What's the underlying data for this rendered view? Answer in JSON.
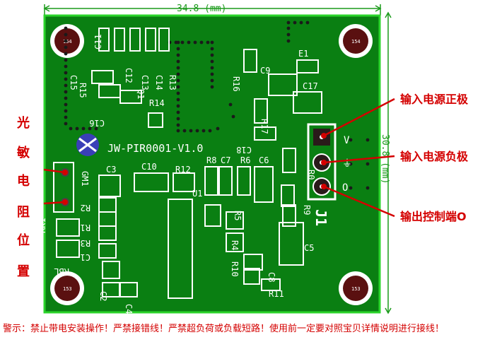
{
  "dimensions": {
    "width_label": "34.8 (mm)",
    "height_label": "30.8 (mm)"
  },
  "board": {
    "title": "JW-PIR0001-V1.0",
    "connector": "J1",
    "pin_symbols": [
      "V",
      "⏚",
      "O"
    ],
    "hole_label": "154",
    "hole_label_bottom": "153",
    "labels": [
      "C11",
      "C12",
      "C13",
      "C14",
      "R13",
      "C15",
      "R15",
      "Q1",
      "R14",
      "C16",
      "R16",
      "C9",
      "E1",
      "C17",
      "R17",
      "C18",
      "R8",
      "C7",
      "R6",
      "C6",
      "R0",
      "R9",
      "C3",
      "C10",
      "R12",
      "U1",
      "GM1",
      "RK1",
      "RBL",
      "R2",
      "R1",
      "C1",
      "C2",
      "C4",
      "R4",
      "R5",
      "R10",
      "C5",
      "C8",
      "R11",
      "R3"
    ]
  },
  "annotations": {
    "photoresistor": "光敏电阻位置",
    "input_positive": "输入电源正极",
    "input_negative": "输入电源负极",
    "output": "输出控制端O"
  },
  "warning": "警示：禁止带电安装操作！严禁接错线！严禁超负荷或负载短路！使用前一定要对照宝贝详情说明进行接线！",
  "colors": {
    "pcb": "#0a7f12",
    "silk": "#ffffff",
    "annotation": "#d40000",
    "dimension": "#1a9a1a"
  }
}
